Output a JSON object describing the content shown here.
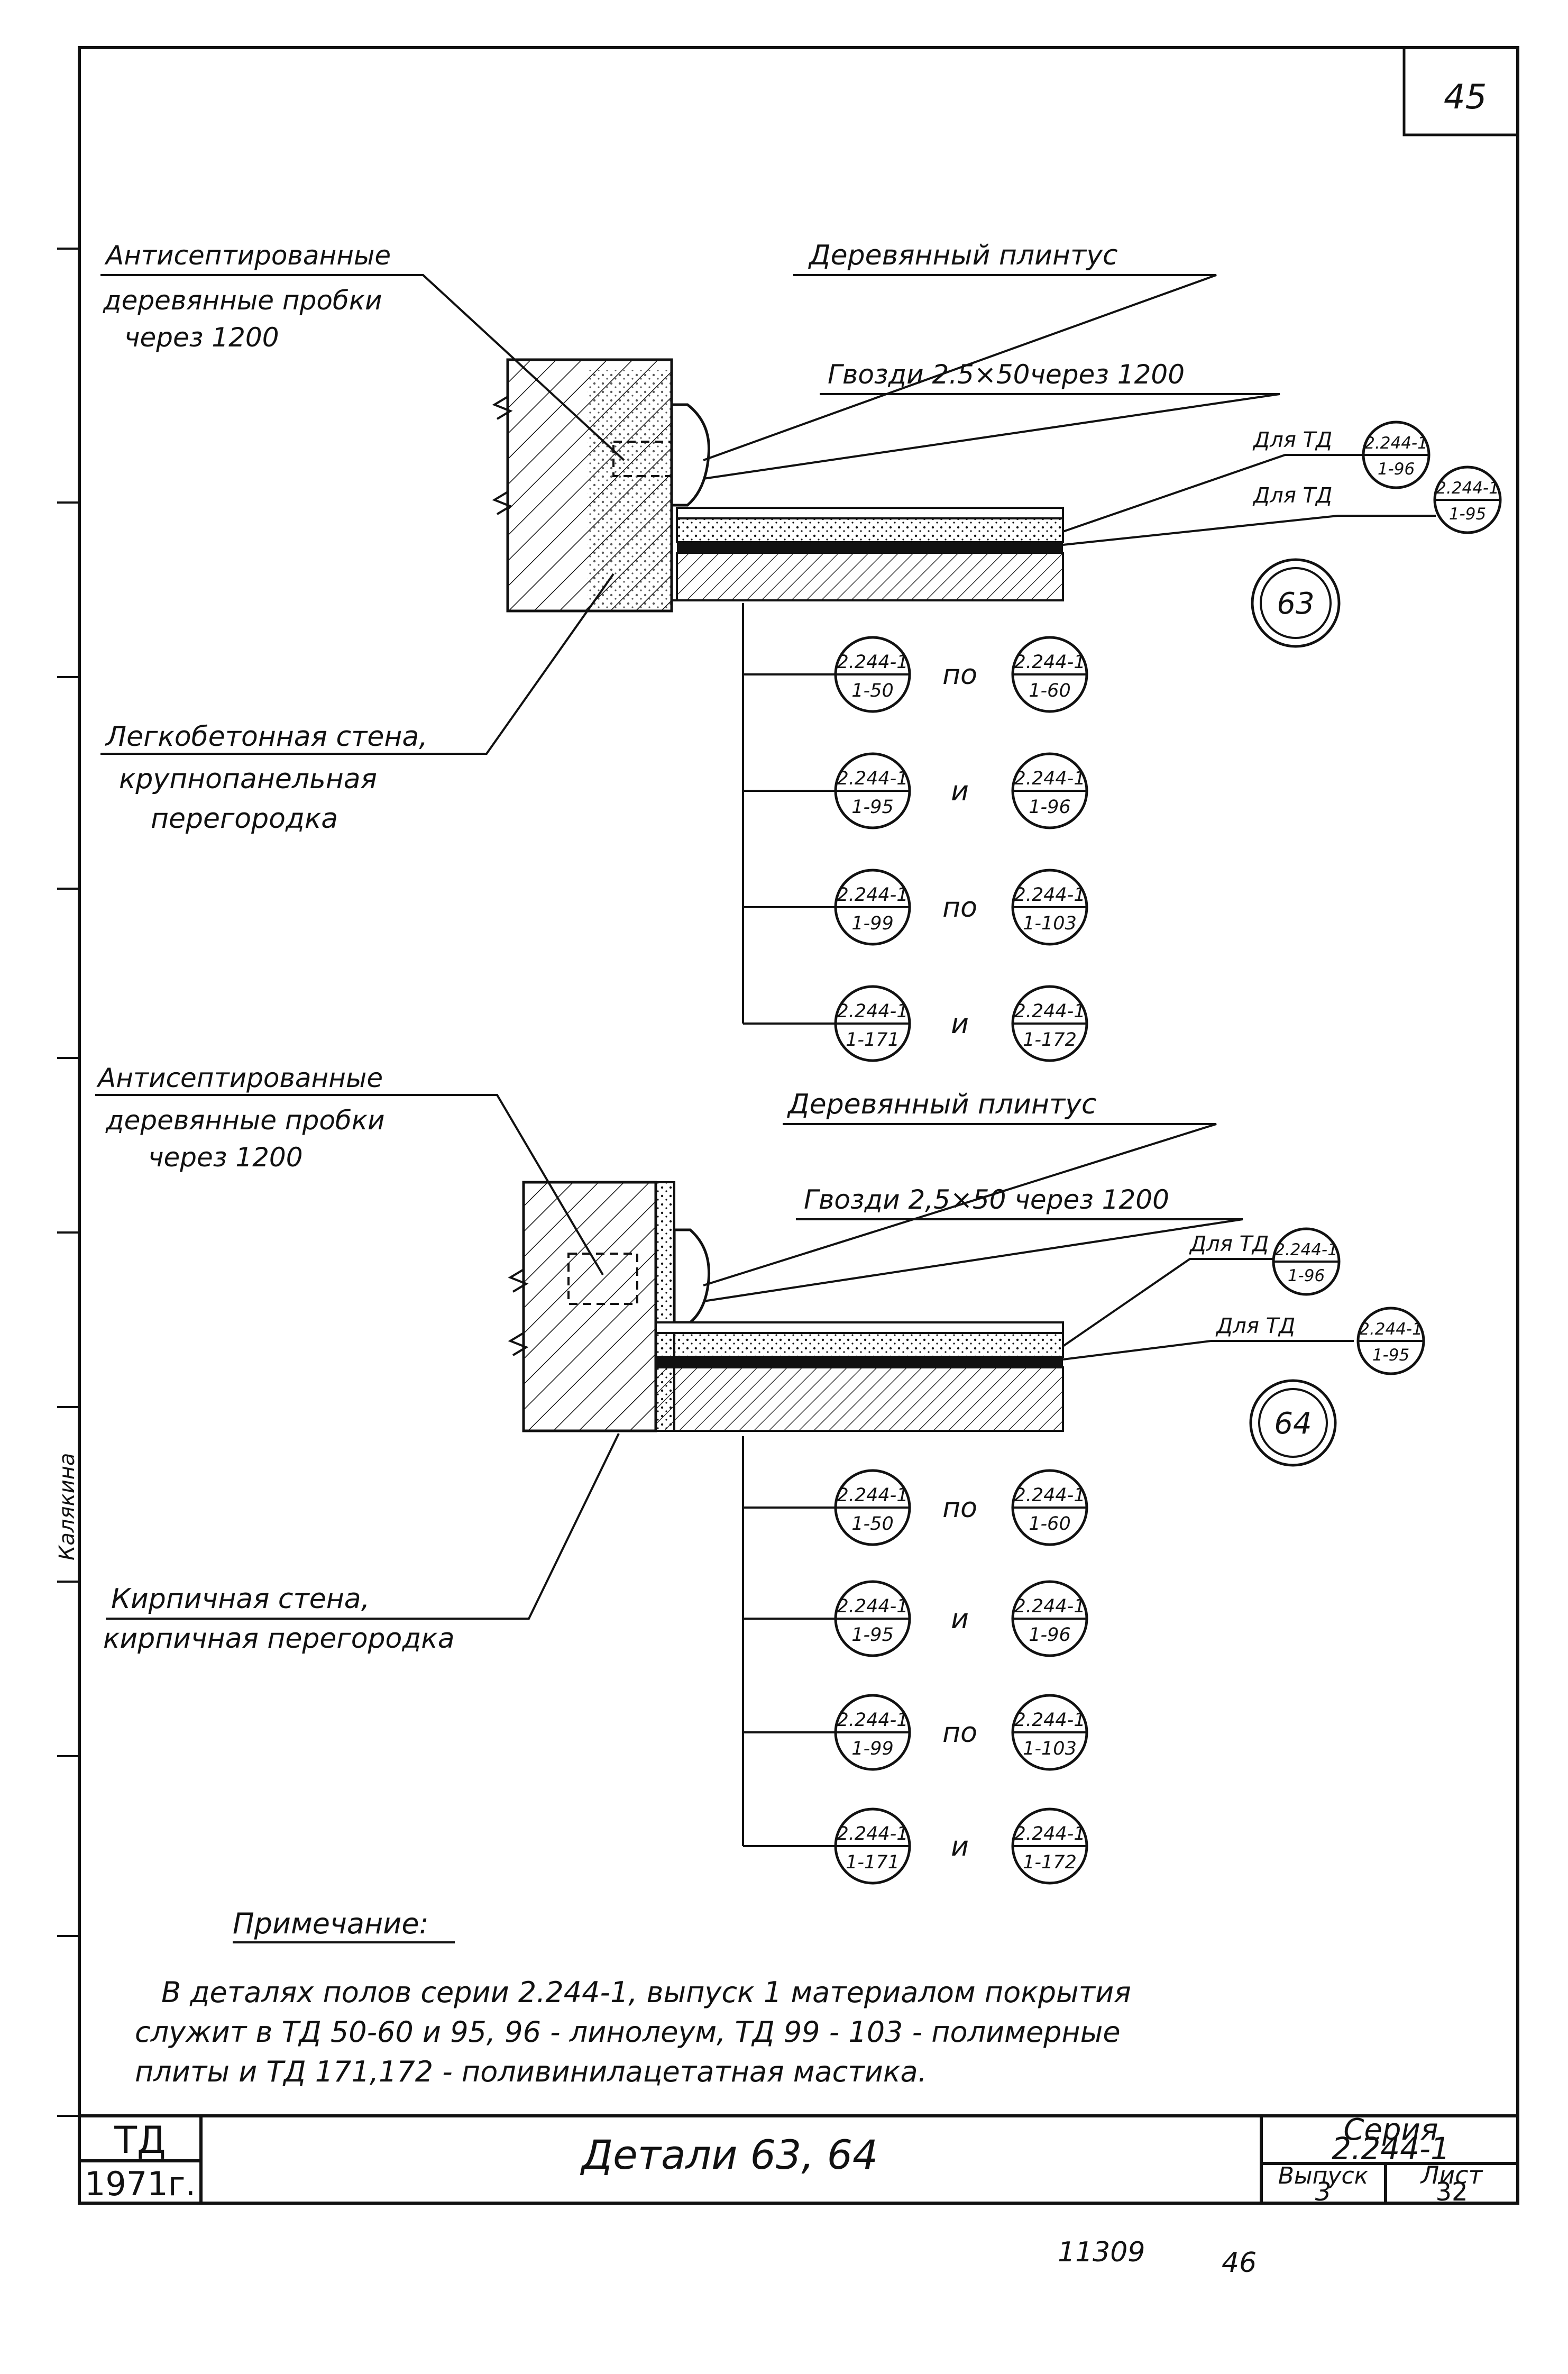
{
  "sheet_number": "45",
  "detail_63": {
    "label_plugs": [
      "Антисептированные",
      "деревянные пробки",
      "через 1200"
    ],
    "label_plinth": "Деревянный плинтус",
    "label_nails": "Гвозди 2.5×50через 1200",
    "label_wall": [
      "Легкобетонная стена,",
      "крупнопанельная",
      "перегородка"
    ],
    "ref1_prefix": "Для ТД",
    "ref1": {
      "top": "2.244-1",
      "bottom": "1-96"
    },
    "ref2_prefix": "Для ТД",
    "ref2": {
      "top": "2.244-1",
      "bottom": "1-95"
    },
    "number": "63",
    "refs": [
      {
        "left": {
          "top": "2.244-1",
          "bottom": "1-50"
        },
        "conj": "по",
        "right": {
          "top": "2.244-1",
          "bottom": "1-60"
        }
      },
      {
        "left": {
          "top": "2.244-1",
          "bottom": "1-95"
        },
        "conj": "и",
        "right": {
          "top": "2.244-1",
          "bottom": "1-96"
        }
      },
      {
        "left": {
          "top": "2.244-1",
          "bottom": "1-99"
        },
        "conj": "по",
        "right": {
          "top": "2.244-1",
          "bottom": "1-103"
        }
      },
      {
        "left": {
          "top": "2.244-1",
          "bottom": "1-171"
        },
        "conj": "и",
        "right": {
          "top": "2.244-1",
          "bottom": "1-172"
        }
      }
    ]
  },
  "detail_64": {
    "label_plugs": [
      "Антисептированные",
      "деревянные пробки",
      "через 1200"
    ],
    "label_plinth": "Деревянный плинтус",
    "label_nails": "Гвозди 2,5×50 через 1200",
    "label_wall": [
      "Кирпичная стена,",
      "кирпичная перегородка"
    ],
    "ref1_prefix": "Для ТД",
    "ref1": {
      "top": "2.244-1",
      "bottom": "1-96"
    },
    "ref2_prefix": "Для ТД",
    "ref2": {
      "top": "2.244-1",
      "bottom": "1-95"
    },
    "number": "64",
    "refs": [
      {
        "left": {
          "top": "2.244-1",
          "bottom": "1-50"
        },
        "conj": "по",
        "right": {
          "top": "2.244-1",
          "bottom": "1-60"
        }
      },
      {
        "left": {
          "top": "2.244-1",
          "bottom": "1-95"
        },
        "conj": "и",
        "right": {
          "top": "2.244-1",
          "bottom": "1-96"
        }
      },
      {
        "left": {
          "top": "2.244-1",
          "bottom": "1-99"
        },
        "conj": "по",
        "right": {
          "top": "2.244-1",
          "bottom": "1-103"
        }
      },
      {
        "left": {
          "top": "2.244-1",
          "bottom": "1-171"
        },
        "conj": "и",
        "right": {
          "top": "2.244-1",
          "bottom": "1-172"
        }
      }
    ]
  },
  "note": {
    "heading": "Примечание:",
    "lines": [
      "В деталях полов серии 2.244-1, выпуск 1 материалом покрытия",
      "служит в ТД 50-60  и  95, 96 -  линолеум, ТД  99 - 103 - полимерные",
      "плиты и ТД  171,172 - поливинилацетатная  мастика."
    ]
  },
  "title_block": {
    "code": "ТД",
    "year": "1971г.",
    "title": "Детали  63, 64",
    "series_label": "Серия",
    "series_value": "2.244-1",
    "issue_label": "Выпуск",
    "issue_value": "3",
    "sheet_label": "Лист",
    "sheet_value": "32"
  },
  "margin_note": "Калякина",
  "footer": {
    "code": "11309",
    "page": "46"
  }
}
